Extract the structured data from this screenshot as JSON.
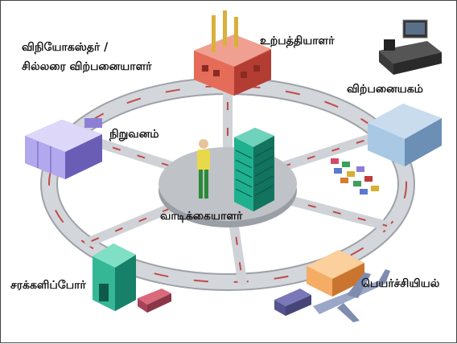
{
  "labels": {
    "manufacturer": "உற்பத்தியாளர்",
    "distributor_line1": "விநியோகஸ்தர் /",
    "distributor_line2": "சில்லரை விற்பனையாளர்",
    "retail_store": "விற்பனையகம்",
    "company": "நிறுவனம்",
    "customer": "வாடிக்கையாளர்",
    "supplier": "சரக்களிப்போர்",
    "relocation": "பெயர்ச்சியியல்"
  },
  "colors": {
    "ring": "#c9ccd1",
    "ring_stripe": "#c04a48",
    "hub": "#b6b9bf",
    "tower": "#1a9a7e",
    "factory": "#e36a55",
    "warehouse": "#8fb5d9",
    "container": "#8e7fd6",
    "house": "#2aa58c",
    "plane": "#9aa7c7",
    "orange_building": "#f39a4b"
  },
  "icons": [
    "factory-icon",
    "cash-register-icon",
    "warehouse-icon",
    "containers-icon",
    "office-tower-icon",
    "person-icon",
    "depot-icon",
    "airplane-icon",
    "truck-icon",
    "orange-building-icon"
  ]
}
